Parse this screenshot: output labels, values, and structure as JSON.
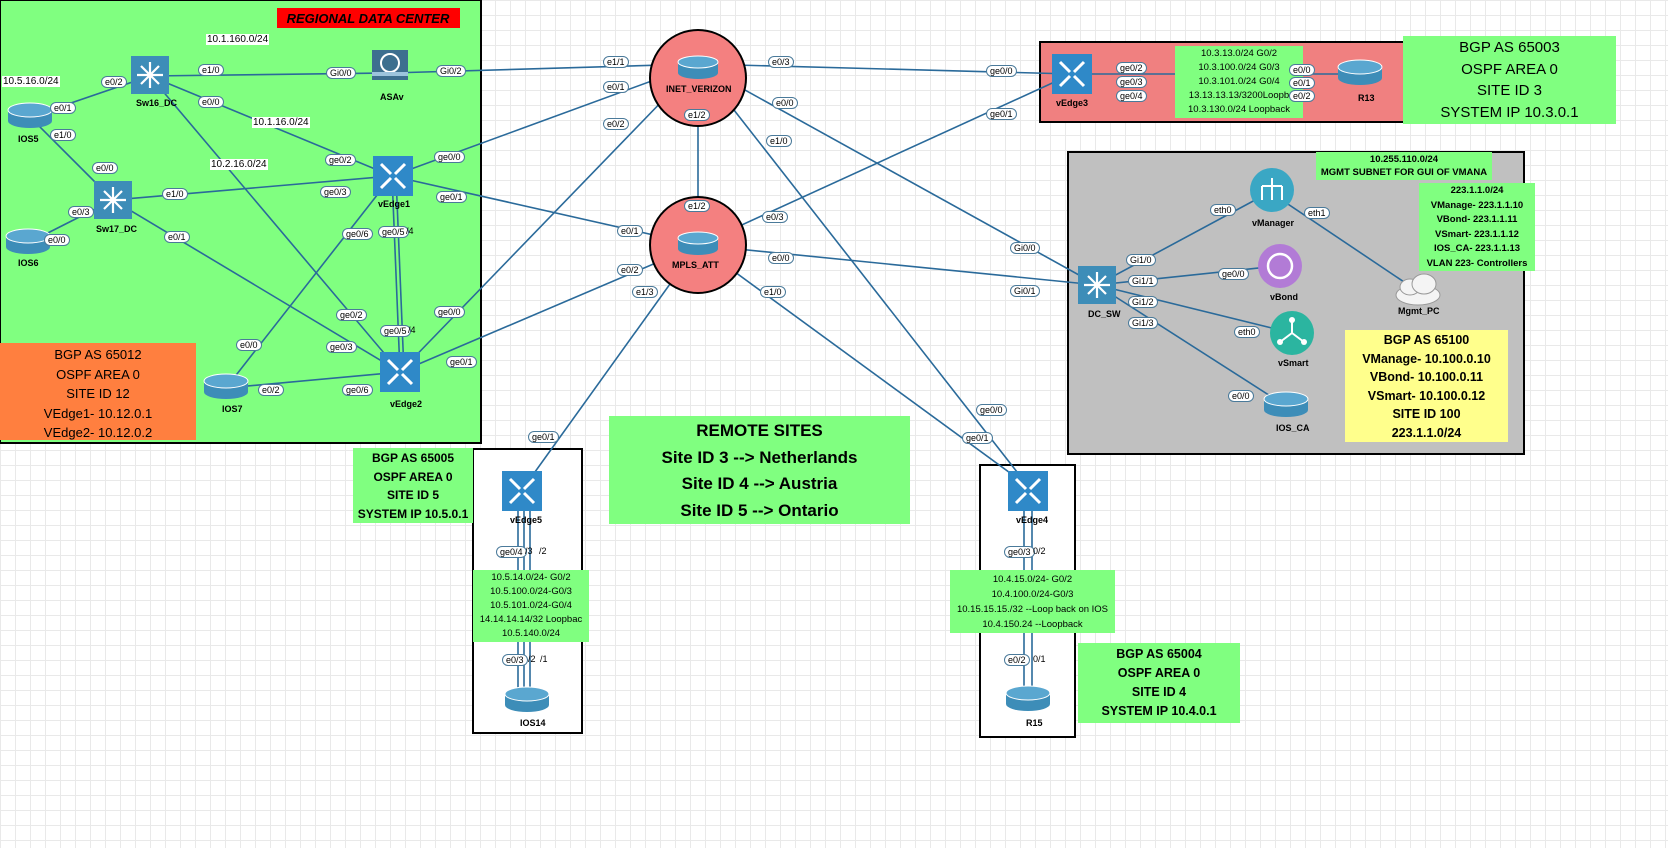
{
  "colors": {
    "regional_bg": "#80ff80",
    "regional_title_bg": "#ff0000",
    "orange": "#ff7f3f",
    "green": "#80ff80",
    "site3_bg": "#f08080",
    "mgmt_bg": "#c0c0c0",
    "yellow": "#ffff8c",
    "cloud_red": "#f48080",
    "cyan_router": "#3d8db8",
    "vmanager": "#3aa7c4",
    "vbond": "#b27bd6",
    "vsmart": "#2bb5a0"
  },
  "regional": {
    "title": "REGIONAL DATA CENTER",
    "info": [
      "BGP AS 65012",
      "OSPF AREA 0",
      "SITE ID 12",
      "VEdge1- 10.12.0.1",
      "VEdge2- 10.12.0.2"
    ],
    "subnets": {
      "s1": "10.1.160.0/24",
      "s2": "10.5.16.0/24",
      "s3": "10.1.16.0/24",
      "s4": "10.2.16.0/24"
    }
  },
  "site3": {
    "subnets": [
      "10.3.13.0/24 G0/2",
      "10.3.100.0/24 G0/3",
      "10.3.101.0/24 G0/4",
      "13.13.13.13/3200Loopb",
      "10.3.130.0/24 Loopback"
    ],
    "info": [
      "BGP AS 65003",
      "OSPF AREA 0",
      "SITE ID 3",
      "SYSTEM IP 10.3.0.1"
    ]
  },
  "mgmt": {
    "subnet": "10.255.110.0/24",
    "subnet_desc": "MGMT SUBNET FOR GUI OF VMANA",
    "ctrl": [
      "223.1.1.0/24",
      "VManage- 223.1.1.10",
      "VBond- 223.1.1.11",
      "VSmart- 223.1.1.12",
      "IOS_CA- 223.1.1.13",
      "VLAN 223- Controllers"
    ],
    "info": [
      "BGP AS 65100",
      "VManage- 10.100.0.10",
      "VBond- 10.100.0.11",
      "VSmart- 10.100.0.12",
      "SITE ID 100",
      "223.1.1.0/24"
    ]
  },
  "remote": {
    "title": "REMOTE SITES",
    "lines": [
      "Site ID 3 --> Netherlands",
      "Site ID 4 --> Austria",
      "Site ID 5 --> Ontario"
    ]
  },
  "site5": {
    "info": [
      "BGP AS 65005",
      "OSPF AREA 0",
      "SITE ID 5",
      "SYSTEM IP 10.5.0.1"
    ],
    "subnets": [
      "10.5.14.0/24- G0/2",
      "10.5.100.0/24-G0/3",
      "10.5.101.0/24-G0/4",
      "14.14.14.14/32 Loopbac",
      "10.5.140.0/24"
    ]
  },
  "site4": {
    "info": [
      "BGP AS 65004",
      "OSPF AREA 0",
      "SITE ID 4",
      "SYSTEM IP 10.4.0.1"
    ],
    "subnets": [
      "10.4.15.0/24- G0/2",
      "10.4.100.0/24-G0/3",
      "10.15.15.15./32 --Loop back on IOS",
      "10.4.150.24 --Loopback"
    ]
  },
  "devices": {
    "ios5": "IOS5",
    "ios6": "IOS6",
    "ios7": "IOS7",
    "sw16": "Sw16_DC",
    "sw17": "Sw17_DC",
    "asav": "ASAv",
    "vedge1": "vEdge1",
    "vedge2": "vEdge2",
    "vedge3": "vEdge3",
    "vedge4": "vEdge4",
    "vedge5": "vEdge5",
    "r13": "R13",
    "r15": "R15",
    "ios14": "IOS14",
    "dcsw": "DC_SW",
    "ioscA": "IOS_CA",
    "vmanager": "vManager",
    "vbond": "vBond",
    "vsmart": "vSmart",
    "mgmtpc": "Mgmt_PC",
    "inet": "INET_VERIZON",
    "mpls": "MPLS_ATT"
  },
  "ports": [
    "e0/2",
    "e0/1",
    "e1/0",
    "e0/0",
    "e1/0",
    "e0/0",
    "e0/3",
    "e0/0",
    "e1/0",
    "e0/1",
    "Gi0/0",
    "Gi0/2",
    "ge0/2",
    "ge0/0",
    "ge0/3",
    "ge0/1",
    "ge0/6",
    "ge0/5",
    "/4",
    "ge0/2",
    "ge0/3",
    "ge0/5",
    "/4",
    "ge0/0",
    "ge0/1",
    "e0/0",
    "e0/2",
    "ge0/6",
    "e1/1",
    "e0/1",
    "e0/2",
    "e0/3",
    "e1/2",
    "e0/0",
    "e1/0",
    "e1/2",
    "e0/1",
    "e0/2",
    "e1/3",
    "e0/3",
    "e0/0",
    "e1/0",
    "ge0/0",
    "ge0/1",
    "ge0/2",
    "ge0/3",
    "ge0/4",
    "e0/0",
    "e0/1",
    "e0/2",
    "Gi0/0",
    "Gi0/1",
    "Gi1/0",
    "Gi1/1",
    "Gi1/2",
    "Gi1/3",
    "eth0",
    "eth1",
    "ge0/0",
    "eth0",
    "e0/0",
    "ge0/0",
    "ge0/1",
    "ge0/1",
    "ge0/4",
    "/3",
    "/2",
    "e0/3",
    "/2",
    "/1",
    "ge0/3",
    "0/2",
    "e0/2",
    "0/1"
  ]
}
